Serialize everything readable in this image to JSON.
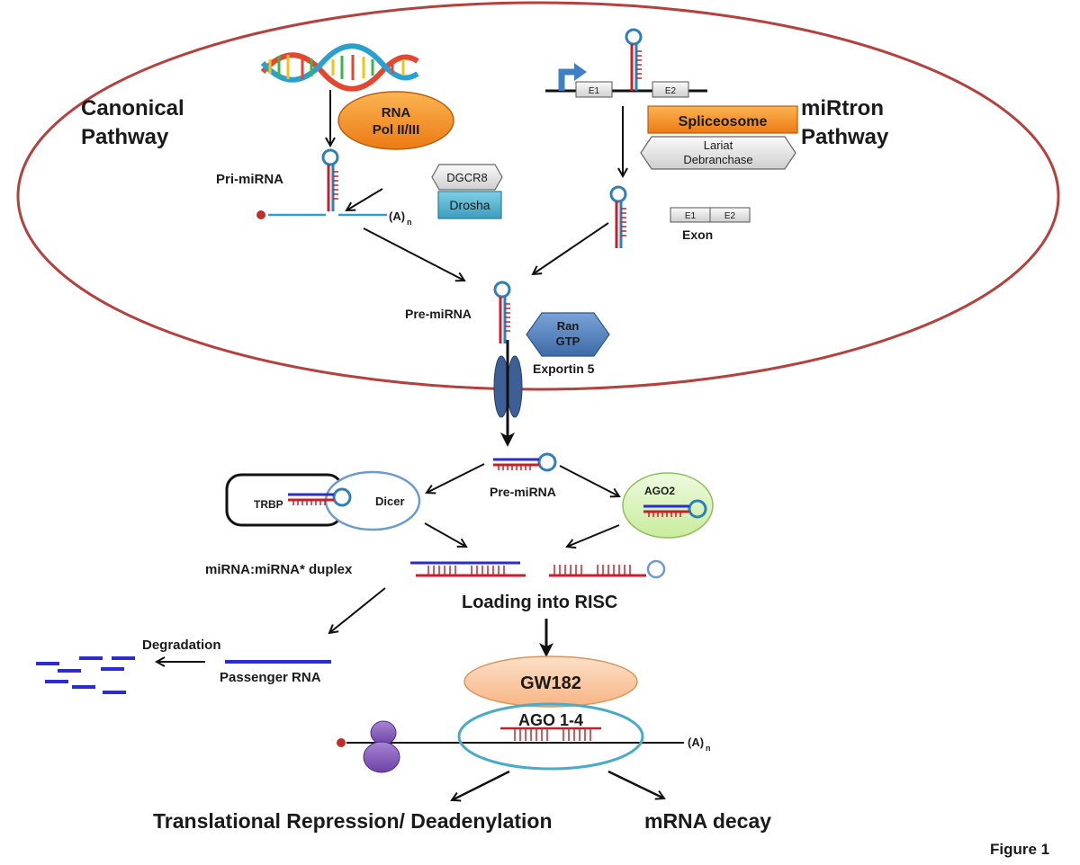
{
  "labels": {
    "canonical_line1": "Canonical",
    "canonical_line2": "Pathway",
    "mirtron_line1": "miRtron",
    "mirtron_line2": "Pathway",
    "rna_pol_line1": "RNA",
    "rna_pol_line2": "Pol II/III",
    "pri_mirna": "Pri-miRNA",
    "polya_left": "(A)",
    "polya_sub": "n",
    "dgcr8": "DGCR8",
    "drosha": "Drosha",
    "exon_e1": "E1",
    "exon_e2": "E2",
    "spliceosome": "Spliceosome",
    "lariat_line1": "Lariat",
    "lariat_line2": "Debranchase",
    "exon": "Exon",
    "pre_mirna_nucleus": "Pre-miRNA",
    "ran_line1": "Ran",
    "ran_line2": "GTP",
    "exportin": "Exportin 5",
    "pre_mirna_cyto": "Pre-miRNA",
    "trbp": "TRBP",
    "dicer": "Dicer",
    "ago2": "AGO2",
    "duplex": "miRNA:miRNA* duplex",
    "loading": "Loading into RISC",
    "degradation": "Degradation",
    "passenger": "Passenger RNA",
    "gw182": "GW182",
    "ago14": "AGO 1-4",
    "polya_mrna": "(A)",
    "polya_mrna_sub": "n",
    "transl": "Translational Repression/ Deadenylation",
    "decay": "mRNA decay",
    "figure": "Figure 1"
  },
  "colors": {
    "cell_membrane": "#b5413f",
    "rna_pol": "#f08a1c",
    "drosha": "#4aabc7",
    "spliceosome": "#ef7d16",
    "ran_gtp": "#4f7fb8",
    "pore": "#3d5f96",
    "mirna_strand": "#c8202a",
    "passenger_strand": "#2b2bd1",
    "ago2_fill": "#d9f2b8",
    "gw182_fill": "#fbc69c",
    "ago_ring": "#4aabc7",
    "dicer_ring": "#6c9bd0",
    "ribosome": "#8a5fbf"
  }
}
